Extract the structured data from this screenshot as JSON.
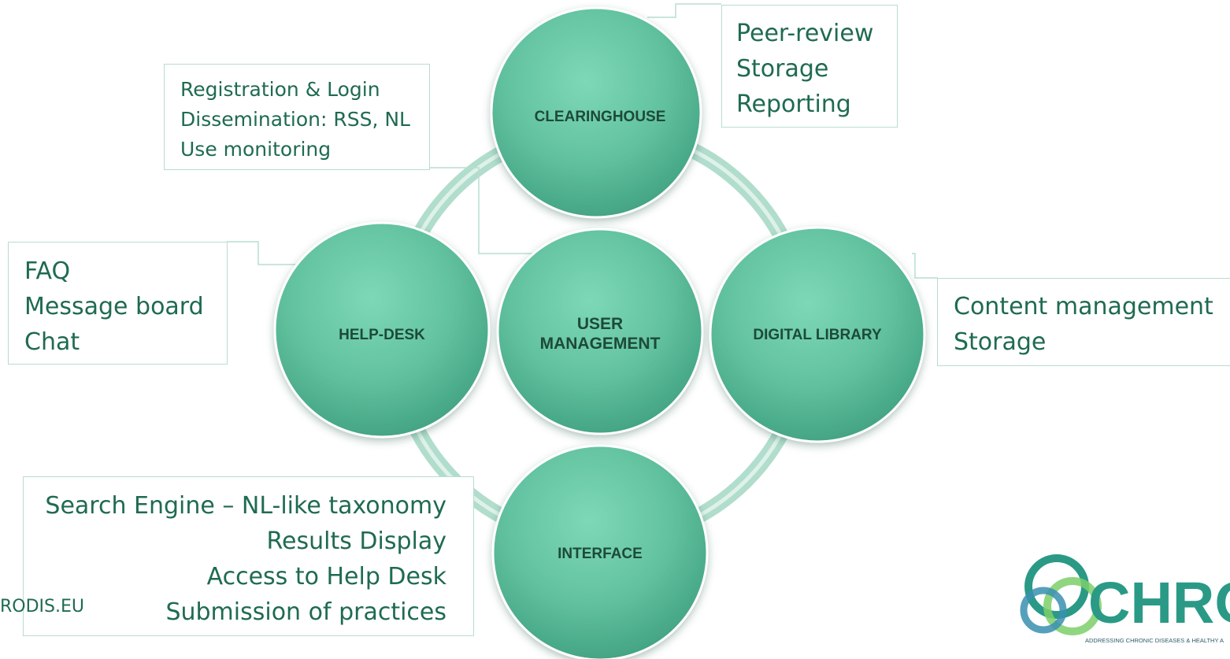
{
  "nodes": {
    "clearinghouse": "CLEARINGHOUSE",
    "help_desk": "HELP-DESK",
    "user_management_1": "USER",
    "user_management_2": "MANAGEMENT",
    "digital_library": "DIGITAL LIBRARY",
    "interface": "INTERFACE"
  },
  "callouts": {
    "user_management": [
      "Registration & Login",
      "Dissemination: RSS, NL",
      "Use monitoring"
    ],
    "clearinghouse": [
      "Peer-review",
      "Storage",
      "Reporting"
    ],
    "help_desk": [
      "FAQ",
      "Message board",
      "Chat"
    ],
    "digital_library": [
      "Content management",
      "Storage"
    ],
    "interface": [
      "Search Engine – NL-like taxonomy",
      "Results Display",
      "Access to Help Desk",
      "Submission of practices"
    ]
  },
  "footer": {
    "url": "RODIS.EU"
  },
  "logo": {
    "text": "CHRO",
    "tagline": "ADDRESSING CHRONIC DISEASES & HEALTHY A"
  },
  "colors": {
    "node_fill": "#6fcfad",
    "node_dark": "#3e9f7f",
    "ring": "#a8d9c6",
    "callout_text": "#1f6b4f",
    "callout_border": "#b9ddd0"
  }
}
